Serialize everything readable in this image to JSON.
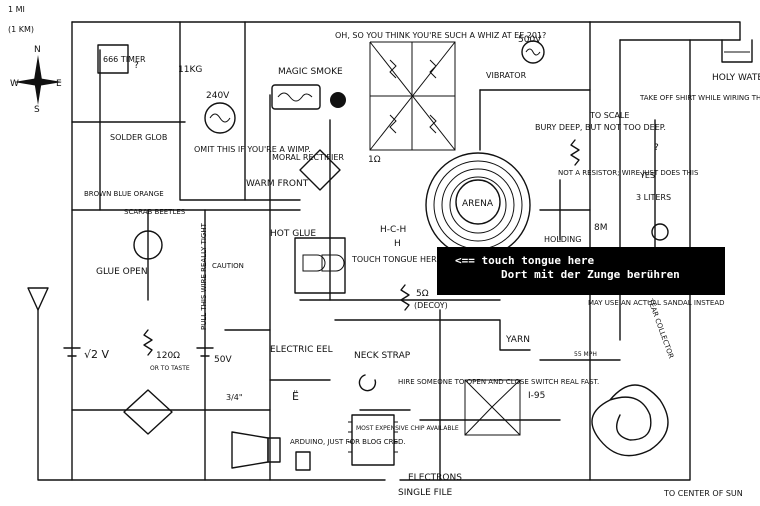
{
  "labels": {
    "scale": "1 mi",
    "scale_km": "(1 km)",
    "compass_n": "N",
    "compass_s": "S",
    "compass_e": "E",
    "compass_w": "W",
    "timer": "666 TIMER",
    "weight": "11kg",
    "q1": "?",
    "magic_smoke": "MAGIC SMOKE",
    "whiz": "OH, SO YOU THINK YOU'RE SUCH A WHIZ AT EE 201?",
    "v500": "500V",
    "holy_water": "HOLY WATER",
    "vibrator": "VIBRATOR",
    "solder_glob": "SOLDER GLOB",
    "v240": "240V",
    "omit": "OMIT THIS IF YOU'RE A WIMP.",
    "moral_rectifier": "MORAL RECTIFIER",
    "to_scale": "TO SCALE",
    "bury_deep": "BURY DEEP, BUT NOT TOO DEEP.",
    "one_ohm": "1Ω",
    "take_off_shirt": "TAKE OFF SHIRT WHILE WIRING THIS PART. OOH, YEAH, I LIKE THAT.",
    "q2": "?",
    "yes": "YES",
    "arena": "ARENA",
    "not_resistor": "NOT A RESISTOR; WIRE JUST DOES THIS",
    "liters": "3 LITERS",
    "warm_front": "WARM FRONT",
    "brown_blue_orange": "BROWN BLUE ORANGE",
    "scarab": "SCARAB BEETLES",
    "hch": "H-C-H",
    "hch_h": "H",
    "meters": "8m",
    "holding": "HOLDING",
    "hot_glue": "HOT GLUE",
    "glue_open": "GLUE OPEN",
    "caution": "CAUTION",
    "pull_wire": "PULL THIS WIRE REALLY TIGHT",
    "touch_tongue": "TOUCH TONGUE HERE",
    "five_ohm": "5Ω",
    "decoy": "(DECOY)",
    "sandal": "MAY USE AN ACTUAL SANDAL INSTEAD",
    "tear_collector": "TEAR COLLECTOR",
    "yarn": "YARN",
    "sqrt2": "√2 V",
    "ohm120": "120Ω",
    "or_to_taste": "OR TO TASTE",
    "v50": "50V",
    "electric_eel": "ELECTRIC EEL",
    "neck_strap": "NECK STRAP",
    "speed_limit": "55 MPH",
    "hire_someone": "HIRE SOMEONE TO OPEN AND CLOSE SWITCH REAL FAST.",
    "i95": "I-95",
    "three_quarter": "3/4\"",
    "umlaut_e": "ë",
    "most_expensive": "MOST EXPENSIVE CHIP AVAILABLE",
    "arduino": "ARDUINO, JUST FOR BLOG CRED.",
    "electrons": "ELECTRONS",
    "single_file": "SINGLE FILE",
    "center_of_sun": "TO CENTER OF SUN"
  },
  "tooltip": {
    "line1": "<== touch tongue here",
    "line2": "Dort mit der Zunge berühren"
  }
}
